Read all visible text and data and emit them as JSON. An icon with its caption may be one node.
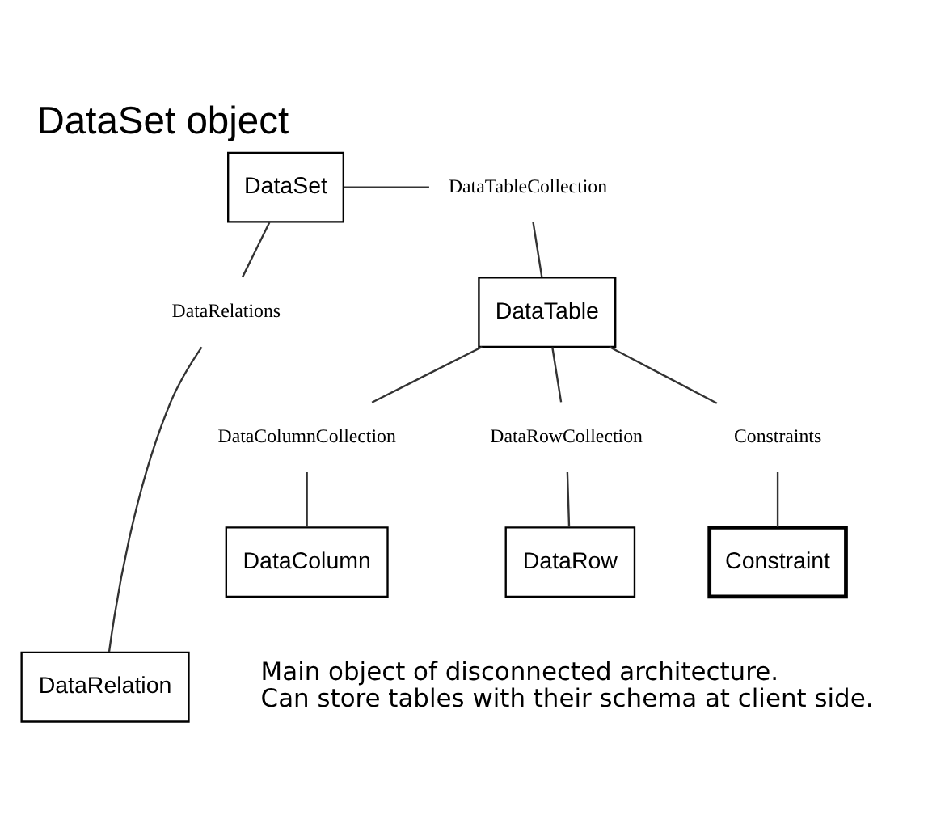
{
  "diagram": {
    "title": "DataSet object",
    "nodes": [
      {
        "text": [
          "DataSet"
        ]
      },
      {
        "text": [
          "DataTableCollection"
        ]
      },
      {
        "text": [
          "DataTable"
        ]
      },
      {
        "text": [
          "DataColumnCollection"
        ]
      },
      {
        "text": [
          "DataRowCollection"
        ]
      },
      {
        "text": [
          "Constraints"
        ]
      },
      {
        "text": [
          "DataColumn"
        ]
      },
      {
        "text": [
          "DataRow"
        ]
      },
      {
        "text": [
          "Constraint"
        ]
      },
      {
        "text": [
          "DataRelations"
        ]
      },
      {
        "text": [
          "DataRelation"
        ]
      }
    ],
    "edges": [
      {
        "from": 0,
        "to": 1,
        "arrow": "none"
      },
      {
        "from": 1,
        "to": 2,
        "arrow": "none"
      },
      {
        "from": 2,
        "to": 3,
        "arrow": "none"
      },
      {
        "from": 2,
        "to": 4,
        "arrow": "none"
      },
      {
        "from": 2,
        "to": 5,
        "arrow": "none"
      },
      {
        "from": 3,
        "to": 6,
        "arrow": "none"
      },
      {
        "from": 4,
        "to": 7,
        "arrow": "none"
      },
      {
        "from": 5,
        "to": 8,
        "arrow": "none"
      },
      {
        "from": 0,
        "to": 9,
        "arrow": "none"
      },
      {
        "from": 9,
        "to": 10,
        "arrow": "none"
      }
    ],
    "labels": [
      "Main object of disconnected architecture.",
      "Can store tables with their schema at client side."
    ]
  }
}
